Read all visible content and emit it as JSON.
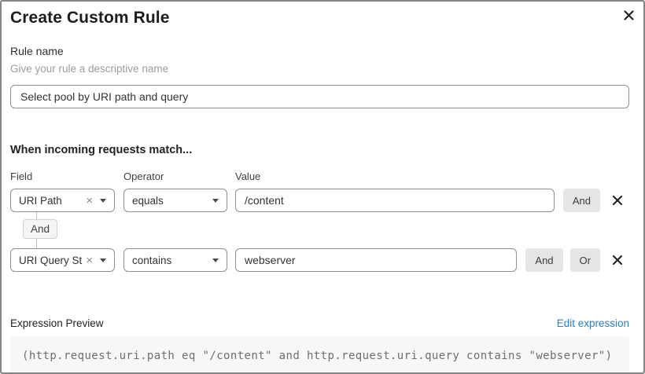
{
  "dialog": {
    "title": "Create Custom Rule"
  },
  "rule_name": {
    "label": "Rule name",
    "helper": "Give your rule a descriptive name",
    "value": "Select pool by URI path and query"
  },
  "matcher": {
    "heading": "When incoming requests match...",
    "columns": {
      "field": "Field",
      "operator": "Operator",
      "value": "Value"
    },
    "connector_label": "And",
    "rows": [
      {
        "field": "URI Path",
        "operator": "equals",
        "value": "/content",
        "and_label": "And"
      },
      {
        "field": "URI Query St...",
        "operator": "contains",
        "value": "webserver",
        "and_label": "And",
        "or_label": "Or"
      }
    ],
    "clear_glyph": "×"
  },
  "expression": {
    "label": "Expression Preview",
    "edit_link": "Edit expression",
    "code": "(http.request.uri.path eq \"/content\" and http.request.uri.query contains \"webserver\")"
  },
  "colors": {
    "link_blue": "#2f7bbf",
    "button_gray": "#e5e5e5",
    "code_background": "#f7f7f7",
    "border_gray": "#909090"
  }
}
